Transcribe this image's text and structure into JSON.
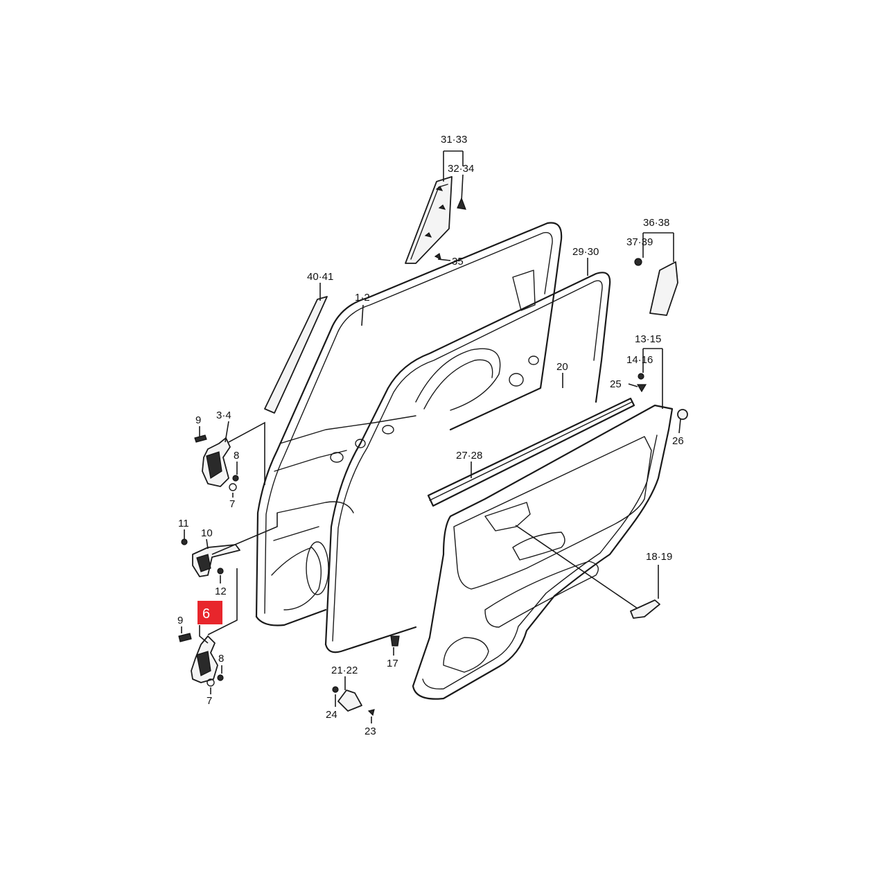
{
  "callouts": {
    "c31_33": "31·33",
    "c32_34": "32·34",
    "c35": "35",
    "c36_38": "36·38",
    "c37_39": "37·39",
    "c29_30": "29·30",
    "c40_41": "40·41",
    "c1_2": "1·2",
    "c13_15": "13·15",
    "c14_16": "14·16",
    "c25": "25",
    "c20": "20",
    "c26": "26",
    "c9a": "9",
    "c3_4": "3·4",
    "c8a": "8",
    "c7a": "7",
    "c27_28": "27·28",
    "c11": "11",
    "c10": "10",
    "c12": "12",
    "c18_19": "18·19",
    "c6": "6",
    "c9b": "9",
    "c8b": "8",
    "c7b": "7",
    "c17": "17",
    "c21_22": "21·22",
    "c24": "24",
    "c23": "23"
  },
  "highlight": {
    "callout": "6",
    "color": "#e8262c"
  }
}
